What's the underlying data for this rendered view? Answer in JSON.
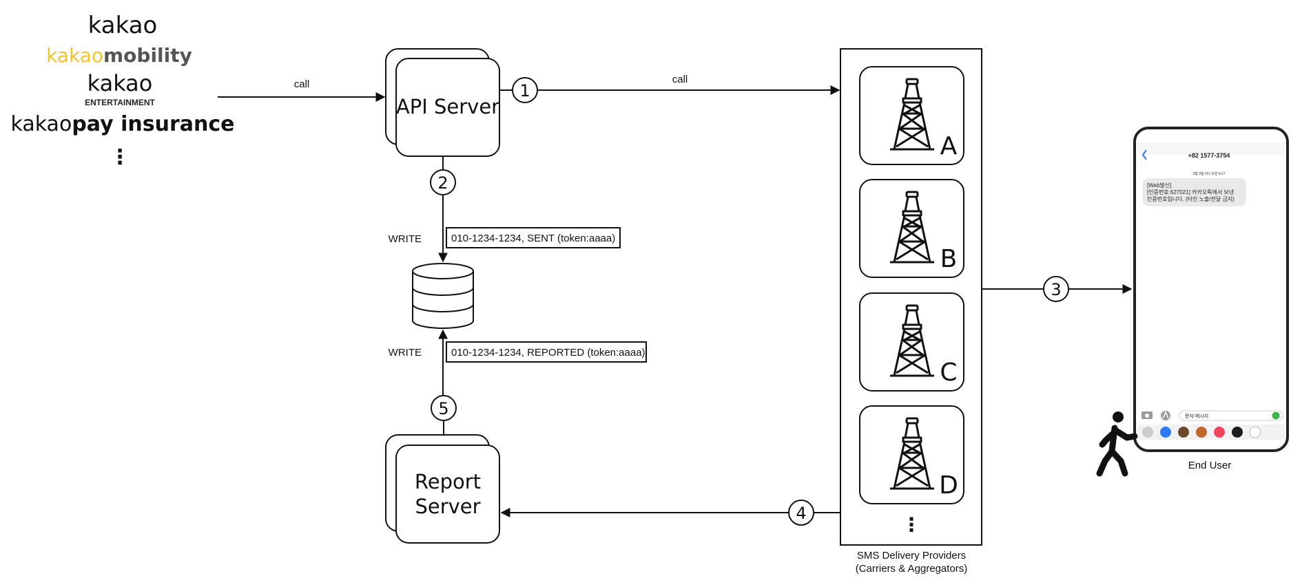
{
  "clients": {
    "kakao": "kakao",
    "mobility_prefix": "kakao",
    "mobility_suffix": "mobility",
    "entertainment_name": "kakao",
    "entertainment_sub": "ENTERTAINMENT",
    "pay_prefix": "kakao",
    "pay_suffix": "pay insurance",
    "more": "⋮"
  },
  "arrows": {
    "client_call": "call",
    "provider_call": "call",
    "write_sent_label": "WRITE",
    "write_reported_label": "WRITE"
  },
  "steps": [
    "1",
    "2",
    "3",
    "4",
    "5"
  ],
  "api_server": {
    "label": "API Server"
  },
  "report_server": {
    "line1": "Report",
    "line2": "Server"
  },
  "records": {
    "sent": "010-1234-1234, SENT (token:aaaa)",
    "reported": "010-1234-1234, REPORTED (token:aaaa)"
  },
  "providers": {
    "items": [
      "A",
      "B",
      "C",
      "D"
    ],
    "more": "⋮",
    "caption_line1": "SMS Delivery Providers",
    "caption_line2": "(Carriers & Aggregators)"
  },
  "phone": {
    "contact": "+82 1577-3754",
    "date": "2월 3일 (수) 오전 9:17",
    "message_line1": "[Web발신]",
    "message_line2": "[인증번호:627021] 카카오톡에서 보낸",
    "message_line3": "인증번호입니다. (타인 노출/전달 금지)",
    "input_placeholder": "문자 메시지"
  },
  "end_user": {
    "label": "End User"
  },
  "colors": {
    "kakao_yellow": "#F2C230",
    "mobility_gray": "#555555",
    "line": "#111111",
    "imessage_blue": "#2F7CF6",
    "bubble_gray": "#E9E9EB",
    "send_green": "#3BB34A"
  },
  "icons": [
    "radio-tower-icon",
    "camera-icon",
    "appstore-icon",
    "walking-person-icon",
    "back-chevron-icon",
    "send-arrow-icon"
  ]
}
